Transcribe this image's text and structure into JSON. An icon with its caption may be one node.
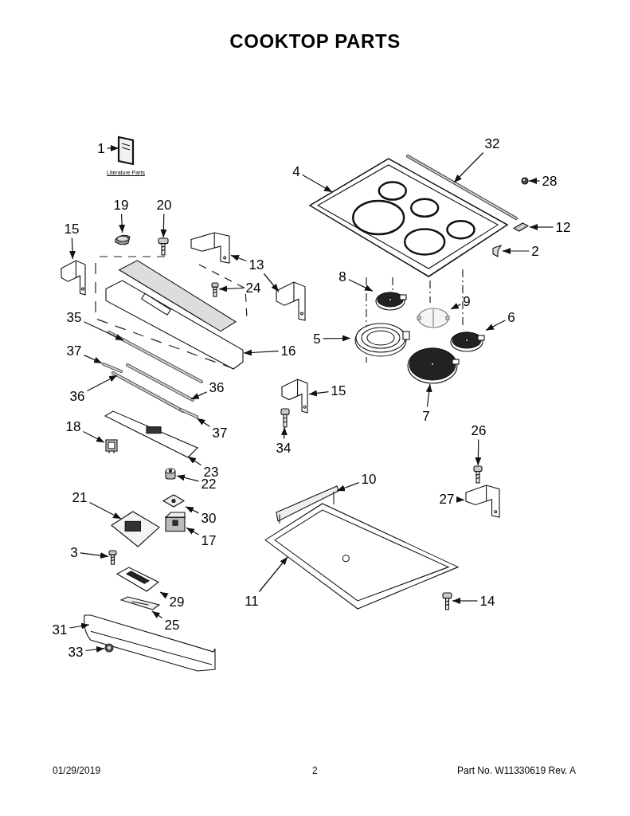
{
  "diagram": {
    "title": "COOKTOP PARTS",
    "nodes": [
      {
        "text": [
          "1"
        ]
      },
      {
        "text": [],
        "shape": "picture",
        "beside": [
          "Literature Parts"
        ]
      },
      {
        "text": [
          "19"
        ]
      },
      {
        "text": [],
        "shape": "picture"
      },
      {
        "text": [
          "20"
        ]
      },
      {
        "text": [],
        "shape": "picture"
      },
      {
        "text": [
          "15"
        ]
      },
      {
        "text": [],
        "shape": "picture"
      },
      {
        "text": [
          "13"
        ]
      },
      {
        "text": [],
        "shape": "picture"
      },
      {
        "text": [],
        "shape": "picture"
      },
      {
        "text": [
          "24"
        ]
      },
      {
        "text": [],
        "shape": "picture"
      },
      {
        "text": [
          "35"
        ]
      },
      {
        "text": [],
        "shape": "picture"
      },
      {
        "text": [
          "16"
        ]
      },
      {
        "text": [],
        "shape": "picture"
      },
      {
        "text": [
          "37"
        ]
      },
      {
        "text": [],
        "shape": "picture"
      },
      {
        "text": [
          "36"
        ]
      },
      {
        "text": [],
        "shape": "picture"
      },
      {
        "text": [
          "36"
        ]
      },
      {
        "text": [],
        "shape": "picture"
      },
      {
        "text": [
          "37"
        ]
      },
      {
        "text": [],
        "shape": "picture"
      },
      {
        "text": [
          "18"
        ]
      },
      {
        "text": [],
        "shape": "picture"
      },
      {
        "text": [
          "23"
        ]
      },
      {
        "text": [],
        "shape": "picture"
      },
      {
        "text": [
          "22"
        ]
      },
      {
        "text": [],
        "shape": "picture"
      },
      {
        "text": [
          "21"
        ]
      },
      {
        "text": [],
        "shape": "picture"
      },
      {
        "text": [
          "30"
        ]
      },
      {
        "text": [],
        "shape": "picture"
      },
      {
        "text": [
          "17"
        ]
      },
      {
        "text": [],
        "shape": "picture"
      },
      {
        "text": [
          "3"
        ]
      },
      {
        "text": [],
        "shape": "picture"
      },
      {
        "text": [
          "29"
        ]
      },
      {
        "text": [],
        "shape": "picture"
      },
      {
        "text": [
          "25"
        ]
      },
      {
        "text": [],
        "shape": "picture"
      },
      {
        "text": [
          "31"
        ]
      },
      {
        "text": [],
        "shape": "picture"
      },
      {
        "text": [
          "33"
        ]
      },
      {
        "text": [],
        "shape": "picture"
      },
      {
        "text": [
          "4"
        ]
      },
      {
        "text": [],
        "shape": "picture"
      },
      {
        "text": [
          "32"
        ]
      },
      {
        "text": [],
        "shape": "picture"
      },
      {
        "text": [
          "28"
        ]
      },
      {
        "text": [],
        "shape": "picture"
      },
      {
        "text": [
          "12"
        ]
      },
      {
        "text": [],
        "shape": "picture"
      },
      {
        "text": [
          "2"
        ]
      },
      {
        "text": [],
        "shape": "picture"
      },
      {
        "text": [
          "8"
        ]
      },
      {
        "text": [],
        "shape": "picture"
      },
      {
        "text": [
          "9"
        ]
      },
      {
        "text": [],
        "shape": "picture"
      },
      {
        "text": [
          "6"
        ]
      },
      {
        "text": [],
        "shape": "picture"
      },
      {
        "text": [
          "5"
        ]
      },
      {
        "text": [],
        "shape": "picture"
      },
      {
        "text": [
          "7"
        ]
      },
      {
        "text": [],
        "shape": "picture"
      },
      {
        "text": [
          "15"
        ]
      },
      {
        "text": [],
        "shape": "picture"
      },
      {
        "text": [
          "34"
        ]
      },
      {
        "text": [],
        "shape": "picture"
      },
      {
        "text": [
          "26"
        ]
      },
      {
        "text": [],
        "shape": "picture"
      },
      {
        "text": [
          "27"
        ]
      },
      {
        "text": [],
        "shape": "picture"
      },
      {
        "text": [
          "10"
        ]
      },
      {
        "text": [],
        "shape": "picture"
      },
      {
        "text": [
          "11"
        ]
      },
      {
        "text": [],
        "shape": "picture"
      },
      {
        "text": [
          "14"
        ]
      },
      {
        "text": [],
        "shape": "picture"
      }
    ],
    "edges": [
      {
        "from": 0,
        "to": 1,
        "arrow": "to"
      },
      {
        "from": 2,
        "to": 3,
        "arrow": "to"
      },
      {
        "from": 4,
        "to": 5,
        "arrow": "to"
      },
      {
        "from": 6,
        "to": 7,
        "arrow": "to"
      },
      {
        "from": 8,
        "to": 9,
        "arrow": "to"
      },
      {
        "from": 8,
        "to": 10,
        "arrow": "to"
      },
      {
        "from": 11,
        "to": 12,
        "arrow": "to"
      },
      {
        "from": 13,
        "to": 14,
        "arrow": "to"
      },
      {
        "from": 15,
        "to": 16,
        "arrow": "to"
      },
      {
        "from": 17,
        "to": 18,
        "arrow": "to"
      },
      {
        "from": 19,
        "to": 20,
        "arrow": "to"
      },
      {
        "from": 21,
        "to": 22,
        "arrow": "to"
      },
      {
        "from": 23,
        "to": 24,
        "arrow": "to"
      },
      {
        "from": 25,
        "to": 26,
        "arrow": "to"
      },
      {
        "from": 27,
        "to": 28,
        "arrow": "to"
      },
      {
        "from": 29,
        "to": 30,
        "arrow": "to"
      },
      {
        "from": 31,
        "to": 32,
        "arrow": "to"
      },
      {
        "from": 33,
        "to": 34,
        "arrow": "to"
      },
      {
        "from": 35,
        "to": 36,
        "arrow": "to"
      },
      {
        "from": 37,
        "to": 38,
        "arrow": "to"
      },
      {
        "from": 39,
        "to": 40,
        "arrow": "to"
      },
      {
        "from": 41,
        "to": 42,
        "arrow": "to"
      },
      {
        "from": 43,
        "to": 44,
        "arrow": "to"
      },
      {
        "from": 45,
        "to": 46,
        "arrow": "to"
      },
      {
        "from": 47,
        "to": 48,
        "arrow": "to"
      },
      {
        "from": 49,
        "to": 50,
        "arrow": "to"
      },
      {
        "from": 51,
        "to": 52,
        "arrow": "to"
      },
      {
        "from": 53,
        "to": 54,
        "arrow": "to"
      },
      {
        "from": 55,
        "to": 56,
        "arrow": "to"
      },
      {
        "from": 57,
        "to": 58,
        "arrow": "to"
      },
      {
        "from": 59,
        "to": 60,
        "arrow": "to"
      },
      {
        "from": 61,
        "to": 62,
        "arrow": "to"
      },
      {
        "from": 63,
        "to": 64,
        "arrow": "to"
      },
      {
        "from": 65,
        "to": 66,
        "arrow": "to"
      },
      {
        "from": 67,
        "to": 68,
        "arrow": "to"
      },
      {
        "from": 69,
        "to": 70,
        "arrow": "to"
      },
      {
        "from": 71,
        "to": 72,
        "arrow": "to"
      },
      {
        "from": 73,
        "to": 74,
        "arrow": "to"
      },
      {
        "from": 75,
        "to": 76,
        "arrow": "to"
      },
      {
        "from": 77,
        "to": 78,
        "arrow": "to"
      },
      {
        "from": 79,
        "to": 80,
        "arrow": "to"
      }
    ],
    "labels": [
      "01/29/2019",
      "2",
      "Part No. W11330619 Rev. A"
    ]
  }
}
